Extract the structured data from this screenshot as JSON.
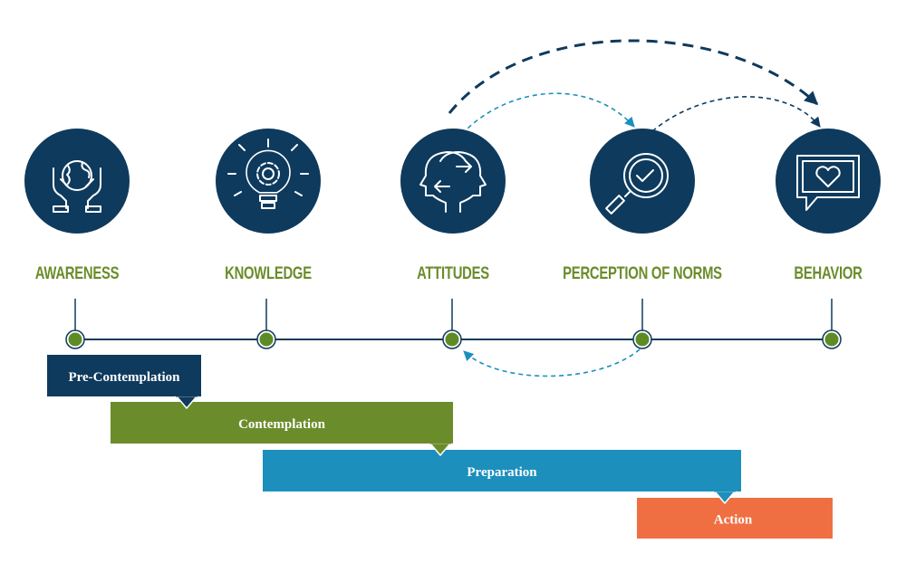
{
  "colors": {
    "navy": "#0e3a5d",
    "green": "#6b8c2a",
    "blue": "#1c8fbd",
    "orange": "#ef6f42",
    "line": "#0e3a5d",
    "dot": "#5e8b25"
  },
  "stages": [
    {
      "label": "AWARENESS",
      "icon": "globe-in-hands-icon"
    },
    {
      "label": "KNOWLEDGE",
      "icon": "lightbulb-gear-icon"
    },
    {
      "label": "ATTITUDES",
      "icon": "two-heads-arrows-icon"
    },
    {
      "label": "PERCEPTION OF NORMS",
      "icon": "magnifier-check-icon"
    },
    {
      "label": "BEHAVIOR",
      "icon": "heart-speech-bubble-icon"
    }
  ],
  "phases": [
    {
      "label": "Pre-Contemplation",
      "color": "#0e3a5d"
    },
    {
      "label": "Contemplation",
      "color": "#6b8c2a"
    },
    {
      "label": "Preparation",
      "color": "#1c8fbd"
    },
    {
      "label": "Action",
      "color": "#ef6f42"
    }
  ]
}
